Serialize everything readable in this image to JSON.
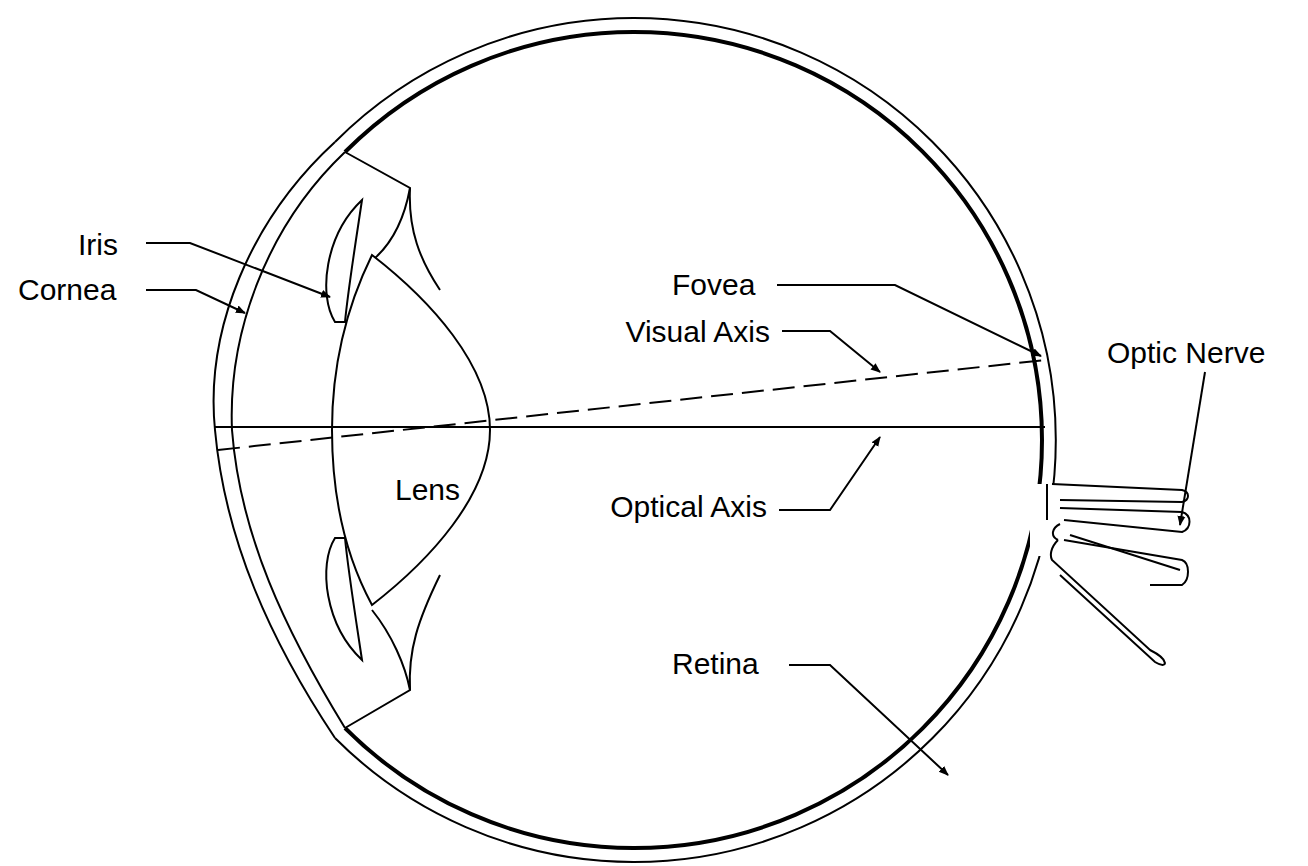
{
  "diagram": {
    "labels": [
      "Iris",
      "Cornea",
      "Fovea",
      "Visual Axis",
      "Optic Nerve",
      "Lens",
      "Optical Axis",
      "Retina"
    ]
  }
}
